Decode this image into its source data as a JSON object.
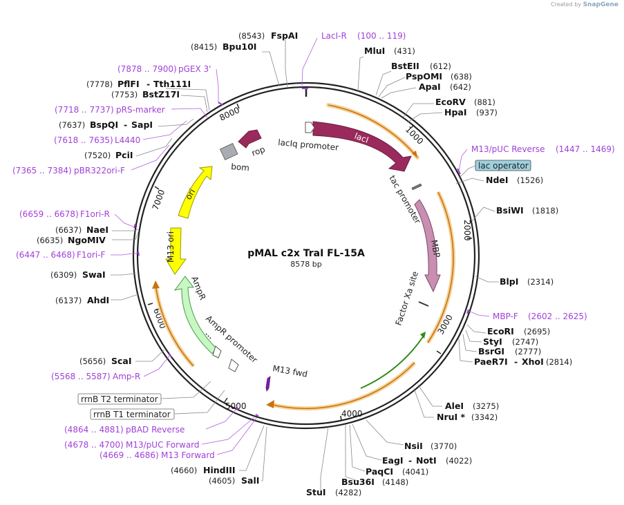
{
  "brand": {
    "prefix": "Created by",
    "name": "SnapGene"
  },
  "plasmid": {
    "name": "pMAL c2x TraI FL-15A",
    "length": "8578 bp"
  },
  "ticks": [
    "1000",
    "2000",
    "3000",
    "4000",
    "5000",
    "6000",
    "7000",
    "8000"
  ],
  "sites": {
    "fspai": {
      "name": "FspAI",
      "pos": "(8543)"
    },
    "bpu10i": {
      "name": "Bpu10I",
      "pos": "(8415)"
    },
    "mlui": {
      "name": "MluI",
      "pos": "(431)"
    },
    "bsteii": {
      "name": "BstEII",
      "pos": "(612)"
    },
    "pspomi": {
      "name": "PspOMI",
      "pos": "(638)"
    },
    "apai": {
      "name": "ApaI",
      "pos": "(642)"
    },
    "ecorv": {
      "name": "EcoRV",
      "pos": "(881)"
    },
    "hpai": {
      "name": "HpaI",
      "pos": "(937)"
    },
    "pflfi": {
      "name": "PflFI",
      "sep": "-",
      "name2": "Tth111I",
      "pos": "(7778)"
    },
    "bstz17i": {
      "name": "BstZ17I",
      "pos": "(7753)"
    },
    "bspqi": {
      "name": "BspQI",
      "sep": "-",
      "name2": "SapI",
      "pos": "(7637)"
    },
    "pcii": {
      "name": "PciI",
      "pos": "(7520)"
    },
    "ndei": {
      "name": "NdeI",
      "pos": "(1526)"
    },
    "bsiwi": {
      "name": "BsiWI",
      "pos": "(1818)"
    },
    "blpi": {
      "name": "BlpI",
      "pos": "(2314)"
    },
    "naei": {
      "name": "NaeI",
      "pos": "(6637)"
    },
    "ngomiv": {
      "name": "NgoMIV",
      "pos": "(6635)"
    },
    "swai": {
      "name": "SwaI",
      "pos": "(6309)"
    },
    "ahdi": {
      "name": "AhdI",
      "pos": "(6137)"
    },
    "ecori": {
      "name": "EcoRI",
      "pos": "(2695)"
    },
    "styi": {
      "name": "StyI",
      "pos": "(2747)"
    },
    "bsrgi": {
      "name": "BsrGI",
      "pos": "(2777)"
    },
    "paer7i": {
      "name": "PaeR7I",
      "sep": "-",
      "name2": "XhoI",
      "pos": "(2814)"
    },
    "scai": {
      "name": "ScaI",
      "pos": "(5656)"
    },
    "alei": {
      "name": "AleI",
      "pos": "(3275)"
    },
    "nrui": {
      "name": "NruI *",
      "pos": "(3342)"
    },
    "nsii": {
      "name": "NsiI",
      "pos": "(3770)"
    },
    "eagi": {
      "name": "EagI",
      "sep": "-",
      "name2": "NotI",
      "pos": "(4022)"
    },
    "paqci": {
      "name": "PaqCI",
      "pos": "(4041)"
    },
    "bsu36i": {
      "name": "Bsu36I",
      "pos": "(4148)"
    },
    "stui": {
      "name": "StuI",
      "pos": "(4282)"
    },
    "hindiii": {
      "name": "HindIII",
      "pos": "(4660)"
    },
    "sali": {
      "name": "SalI",
      "pos": "(4605)"
    }
  },
  "primers": {
    "laci_r": {
      "name": "LacI-R",
      "range": "(100 .. 119)"
    },
    "pgex3": {
      "name": "pGEX 3'",
      "range": "(7878 .. 7900)"
    },
    "prs_marker": {
      "name": "pRS-marker",
      "range": "(7718 .. 7737)"
    },
    "l4440": {
      "name": "L4440",
      "range": "(7618 .. 7635)"
    },
    "pbr322ori_f": {
      "name": "pBR322ori-F",
      "range": "(7365 .. 7384)"
    },
    "m13puc_rev": {
      "name": "M13/pUC Reverse",
      "range": "(1447 .. 1469)"
    },
    "f1ori_r": {
      "name": "F1ori-R",
      "range": "(6659 .. 6678)"
    },
    "f1ori_f": {
      "name": "F1ori-F",
      "range": "(6447 .. 6468)"
    },
    "mbp_f": {
      "name": "MBP-F",
      "range": "(2602 .. 2625)"
    },
    "amp_r": {
      "name": "Amp-R",
      "range": "(5568 .. 5587)"
    },
    "pbad_rev": {
      "name": "pBAD Reverse",
      "range": "(4864 .. 4881)"
    },
    "m13puc_fwd": {
      "name": "M13/pUC Forward",
      "range": "(4678 .. 4700)"
    },
    "m13_fwd": {
      "name": "M13 Forward",
      "range": "(4669 .. 4686)"
    }
  },
  "features": {
    "laci": "lacI",
    "laciq_promoter": "lacIq promoter",
    "lac_operator": "lac operator",
    "tac_promoter": "tac promoter",
    "mbp": "MBP",
    "factor_xa": "Factor Xa site",
    "m13_fwd": "M13 fwd",
    "ampr": "AmpR",
    "ampr_promoter": "AmpR promoter",
    "m13_ori": "M13 ori",
    "ori": "ori",
    "bom": "bom",
    "rop": "rop",
    "rrnb_t2": "rrnB T2 terminator",
    "rrnb_t1": "rrnB T1 terminator"
  },
  "colors": {
    "laci": "#9b2a5c",
    "mbp": "#c88fb1",
    "ampr": "#c7f7c3",
    "ori": "#ffff00",
    "orf": "#f5a623",
    "primer": "#a040d8",
    "lac_operator_box": "#9fd0de"
  }
}
